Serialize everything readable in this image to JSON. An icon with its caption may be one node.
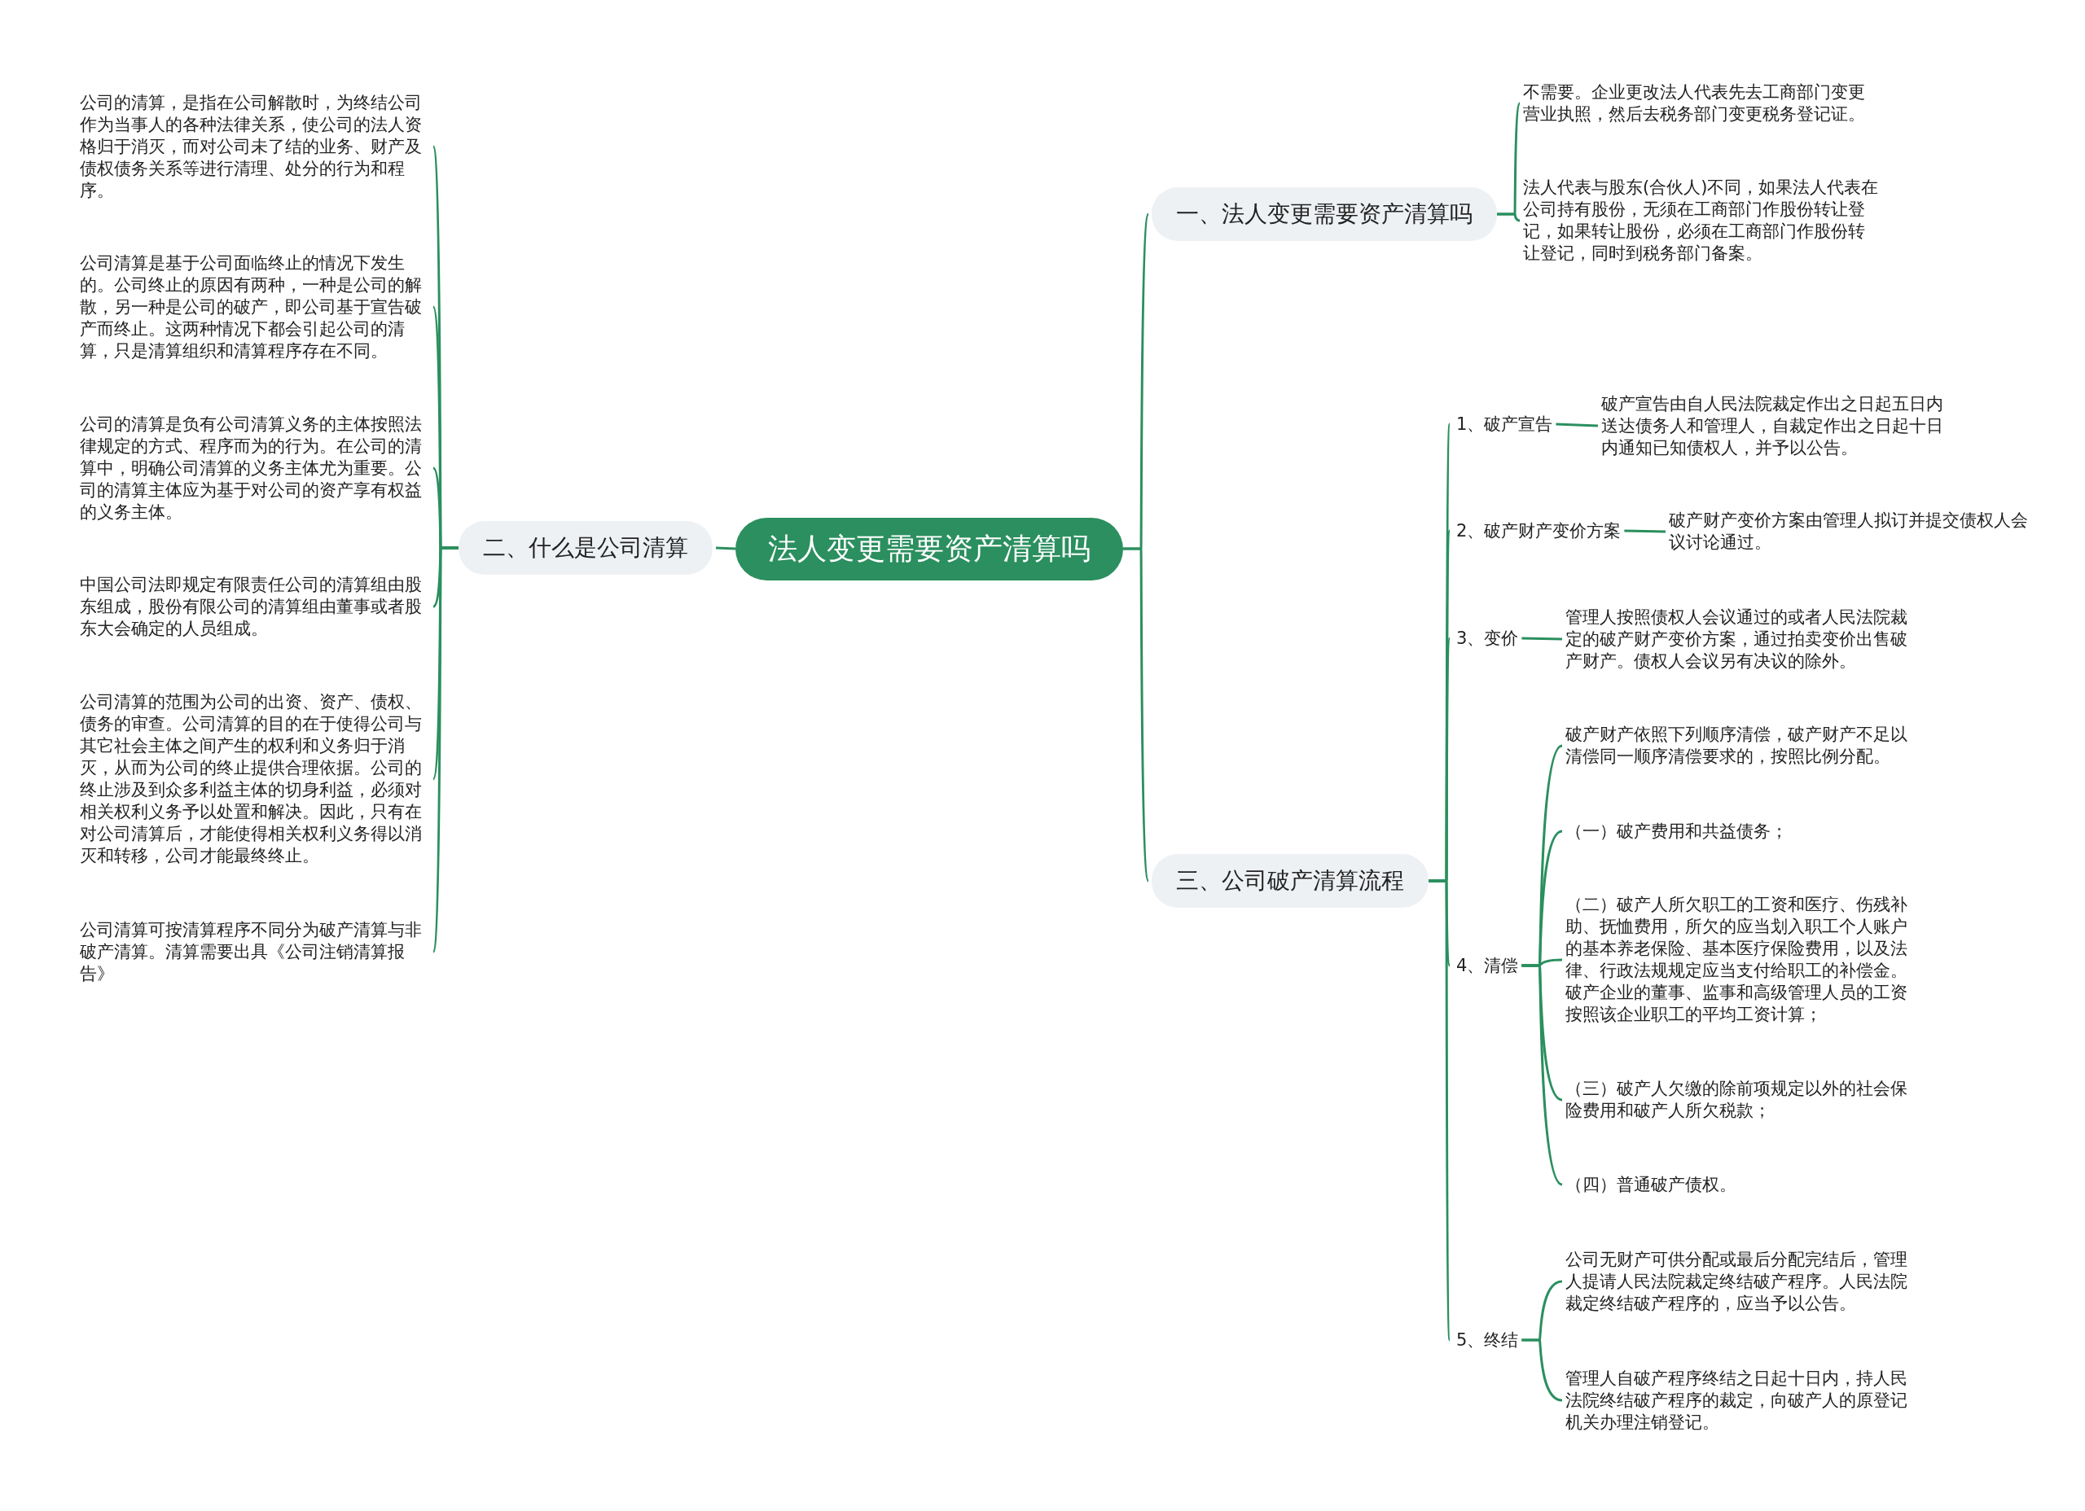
{
  "diagram": {
    "nodes": [
      {
        "text": [
          "法人变更需要资产清算吗"
        ]
      },
      {
        "text": [
          "一、法人变更需要资产清算吗"
        ]
      },
      {
        "text": [
          "不需要。企业更改法人代表先去工商部门变更营业执照，然后去税务部门变更税务登记证。"
        ]
      },
      {
        "text": [
          "法人代表与股东(合伙人)不同，如果法人代表在公司持有股份，无须在工商部门作股份转让登记，如果转让股份，必须在工商部门作股份转让登记，同时到税务部门备案。"
        ]
      },
      {
        "text": [
          "二、什么是公司清算"
        ]
      },
      {
        "text": [
          "公司的清算，是指在公司解散时，为终结公司作为当事人的各种法律关系，使公司的法人资格归于消灭，而对公司未了结的业务、财产及债权债务关系等进行清理、处分的行为和程序。"
        ]
      },
      {
        "text": [
          "公司清算是基于公司面临终止的情况下发生的。公司终止的原因有两种，一种是公司的解散，另一种是公司的破产，即公司基于宣告破产而终止。这两种情况下都会引起公司的清算，只是清算组织和清算程序存在不同。"
        ]
      },
      {
        "text": [
          "公司的清算是负有公司清算义务的主体按照法律规定的方式、程序而为的行为。在公司的清算中，明确公司清算的义务主体尤为重要。公司的清算主体应为基于对公司的资产享有权益的义务主体。"
        ]
      },
      {
        "text": [
          "中国公司法即规定有限责任公司的清算组由股东组成，股份有限公司的清算组由董事或者股东大会确定的人员组成。"
        ]
      },
      {
        "text": [
          "公司清算的范围为公司的出资、资产、债权、债务的审查。公司清算的目的在于使得公司与其它社会主体之间产生的权利和义务归于消灭，从而为公司的终止提供合理依据。公司的终止涉及到众多利益主体的切身利益，必须对相关权利义务予以处置和解决。因此，只有在对公司清算后，才能使得相关权利义务得以消灭和转移，公司才能最终终止。"
        ]
      },
      {
        "text": [
          "公司清算可按清算程序不同分为破产清算与非破产清算。清算需要出具《公司注销清算报告》"
        ]
      },
      {
        "text": [
          "三、公司破产清算流程"
        ]
      },
      {
        "text": [
          "1、破产宣告"
        ]
      },
      {
        "text": [
          "破产宣告由自人民法院裁定作出之日起五日内送达债务人和管理人，自裁定作出之日起十日内通知已知债权人，并予以公告。"
        ]
      },
      {
        "text": [
          "2、破产财产变价方案"
        ]
      },
      {
        "text": [
          "破产财产变价方案由管理人拟订并提交债权人会议讨论通过。"
        ]
      },
      {
        "text": [
          "3、变价"
        ]
      },
      {
        "text": [
          "管理人按照债权人会议通过的或者人民法院裁定的破产财产变价方案，通过拍卖变价出售破产财产。债权人会议另有决议的除外。"
        ]
      },
      {
        "text": [
          "4、清偿"
        ]
      },
      {
        "text": [
          "破产财产依照下列顺序清偿，破产财产不足以清偿同一顺序清偿要求的，按照比例分配。"
        ]
      },
      {
        "text": [
          "（一）破产费用和共益债务；"
        ]
      },
      {
        "text": [
          "（二）破产人所欠职工的工资和医疗、伤残补助、抚恤费用，所欠的应当划入职工个人账户的基本养老保险、基本医疗保险费用，以及法律、行政法规规定应当支付给职工的补偿金。破产企业的董事、监事和高级管理人员的工资按照该企业职工的平均工资计算；"
        ]
      },
      {
        "text": [
          "（三）破产人欠缴的除前项规定以外的社会保险费用和破产人所欠税款；"
        ]
      },
      {
        "text": [
          "（四）普通破产债权。"
        ]
      },
      {
        "text": [
          "5、终结"
        ]
      },
      {
        "text": [
          "公司无财产可供分配或最后分配完结后，管理人提请人民法院裁定终结破产程序。人民法院裁定终结破产程序的，应当予以公告。"
        ]
      },
      {
        "text": [
          "管理人自破产程序终结之日起十日内，持人民法院终结破产程序的裁定，向破产人的原登记机关办理注销登记。"
        ]
      }
    ],
    "edges": [
      {
        "from": 0,
        "to": 1,
        "arrow": "none"
      },
      {
        "from": 1,
        "to": 2,
        "arrow": "none"
      },
      {
        "from": 1,
        "to": 3,
        "arrow": "none"
      },
      {
        "from": 0,
        "to": 4,
        "arrow": "none"
      },
      {
        "from": 4,
        "to": 5,
        "arrow": "none"
      },
      {
        "from": 4,
        "to": 6,
        "arrow": "none"
      },
      {
        "from": 4,
        "to": 7,
        "arrow": "none"
      },
      {
        "from": 4,
        "to": 8,
        "arrow": "none"
      },
      {
        "from": 4,
        "to": 9,
        "arrow": "none"
      },
      {
        "from": 4,
        "to": 10,
        "arrow": "none"
      },
      {
        "from": 0,
        "to": 11,
        "arrow": "none"
      },
      {
        "from": 11,
        "to": 12,
        "arrow": "none"
      },
      {
        "from": 12,
        "to": 13,
        "arrow": "none"
      },
      {
        "from": 11,
        "to": 14,
        "arrow": "none"
      },
      {
        "from": 14,
        "to": 15,
        "arrow": "none"
      },
      {
        "from": 11,
        "to": 16,
        "arrow": "none"
      },
      {
        "from": 16,
        "to": 17,
        "arrow": "none"
      },
      {
        "from": 11,
        "to": 18,
        "arrow": "none"
      },
      {
        "from": 18,
        "to": 19,
        "arrow": "none"
      },
      {
        "from": 18,
        "to": 20,
        "arrow": "none"
      },
      {
        "from": 18,
        "to": 21,
        "arrow": "none"
      },
      {
        "from": 18,
        "to": 22,
        "arrow": "none"
      },
      {
        "from": 18,
        "to": 23,
        "arrow": "none"
      },
      {
        "from": 11,
        "to": 24,
        "arrow": "none"
      },
      {
        "from": 24,
        "to": 25,
        "arrow": "none"
      },
      {
        "from": 24,
        "to": 26,
        "arrow": "none"
      }
    ]
  }
}
